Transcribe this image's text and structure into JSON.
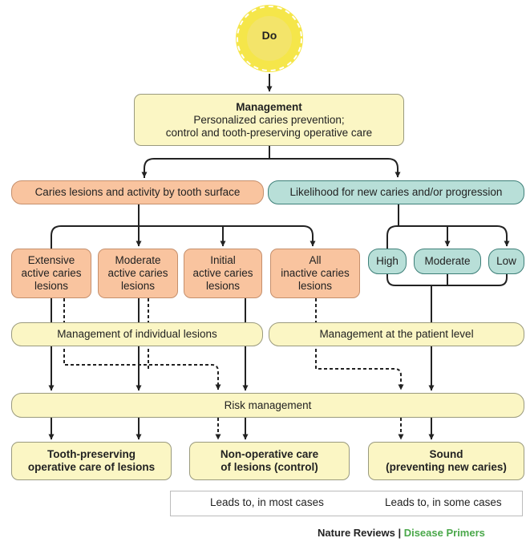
{
  "start": {
    "label": "Do"
  },
  "management": {
    "title": "Management",
    "text": "Personalized caries prevention;\ncontrol and tooth-preserving operative care"
  },
  "branches": {
    "left": "Caries lesions and activity by tooth surface",
    "right": "Likelihood for new caries and/or progression"
  },
  "lesions": [
    "Extensive\nactive caries\nlesions",
    "Moderate\nactive caries\nlesions",
    "Initial\nactive caries\nlesions",
    "All\ninactive caries\nlesions"
  ],
  "likelihood": [
    "High",
    "Moderate",
    "Low"
  ],
  "management_levels": {
    "individual": "Management of individual lesions",
    "patient": "Management at the patient level"
  },
  "risk": "Risk management",
  "outcomes": [
    "Tooth-preserving\noperative care of lesions",
    "Non-operative care\nof lesions (control)",
    "Sound\n(preventing new caries)"
  ],
  "legend": {
    "solid": "Leads to, in most cases",
    "dashed": "Leads to, in some cases"
  },
  "footer": {
    "journal": "Nature Reviews",
    "separator": " | ",
    "series": "Disease Primers"
  },
  "colors": {
    "yellow": "#fbf6c4",
    "orange": "#f9c49f",
    "teal": "#b8dfd8",
    "sun": "#f5e64a",
    "accent_green": "#4aa84a"
  }
}
